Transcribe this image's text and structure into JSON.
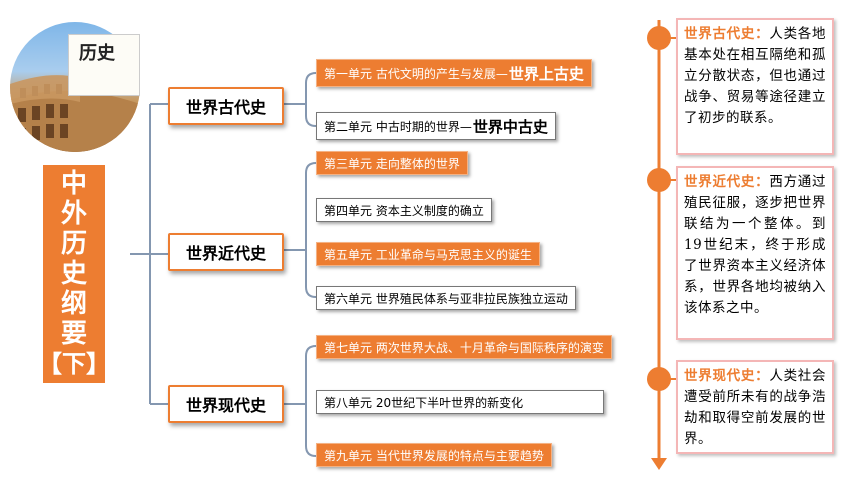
{
  "cover": {
    "book_title": "历史"
  },
  "main_title": [
    "中",
    "外",
    "历",
    "史",
    "纲",
    "要",
    "【下】"
  ],
  "periods": [
    {
      "label": "世界古代史"
    },
    {
      "label": "世界近代史"
    },
    {
      "label": "世界现代史"
    }
  ],
  "units": [
    {
      "text": "第一单元 古代文明的产生与发展—",
      "bold": "世界上古史"
    },
    {
      "text": "第二单元 中古时期的世界—",
      "bold": "世界中古史"
    },
    {
      "text": "第三单元 走向整体的世界"
    },
    {
      "text": "第四单元 资本主义制度的确立"
    },
    {
      "text": "第五单元 工业革命与马克思主义的诞生"
    },
    {
      "text": "第六单元 世界殖民体系与亚非拉民族独立运动"
    },
    {
      "text": "第七单元 两次世界大战、十月革命与国际秩序的演变"
    },
    {
      "text": "第八单元 20世纪下半叶世界的新变化"
    },
    {
      "text": "第九单元 当代世界发展的特点与主要趋势"
    }
  ],
  "descriptions": [
    {
      "head": "世界古代史：",
      "body": "人类各地基本处在相互隔绝和孤立分散状态，但也通过战争、贸易等途径建立了初步的联系。"
    },
    {
      "head": "世界近代史：",
      "body": "西方通过殖民征服，逐步把世界联结为一个整体。到19世纪末，终于形成了世界资本主义经济体系，世界各地均被纳入该体系之中。"
    },
    {
      "head": "世界现代史：",
      "body": "人类社会遭受前所未有的战争浩劫和取得空前发展的世界。"
    }
  ],
  "colors": {
    "accent": "#ed7d31",
    "line": "#8497b0",
    "desc_border": "#f4b6b6"
  }
}
